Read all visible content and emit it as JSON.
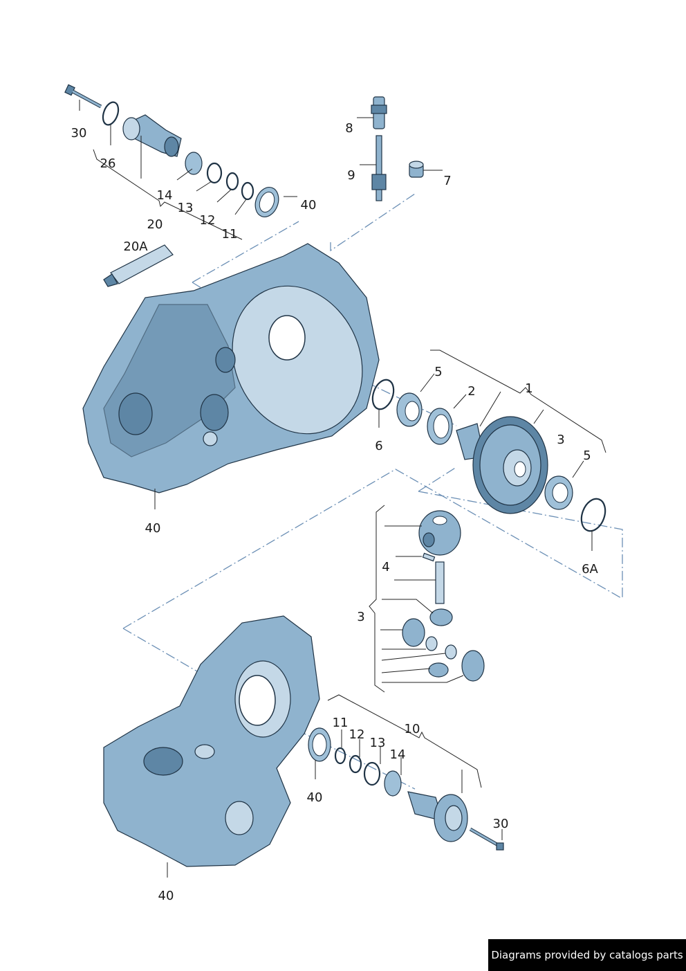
{
  "labels": {
    "l30a": "30",
    "l26": "26",
    "l14a": "14",
    "l13a": "13",
    "l12a": "12",
    "l11a": "11",
    "l20": "20",
    "l20A": "20A",
    "l40a": "40",
    "l8": "8",
    "l9": "9",
    "l7": "7",
    "l5a": "5",
    "l2": "2",
    "l1": "1",
    "l6": "6",
    "l3a": "3",
    "l5b": "5",
    "l40b": "40",
    "l6A": "6A",
    "l4": "4",
    "l3b": "3",
    "l10": "10",
    "l11b": "11",
    "l12b": "12",
    "l13b": "13",
    "l14b": "14",
    "l30b": "30",
    "l40c": "40",
    "l40d": "40"
  },
  "footer": {
    "text": "Diagrams provided by catalogs parts"
  },
  "colors": {
    "part": "#8fb3ce",
    "outline": "#1f3345",
    "dashline": "#6b8fb5"
  }
}
